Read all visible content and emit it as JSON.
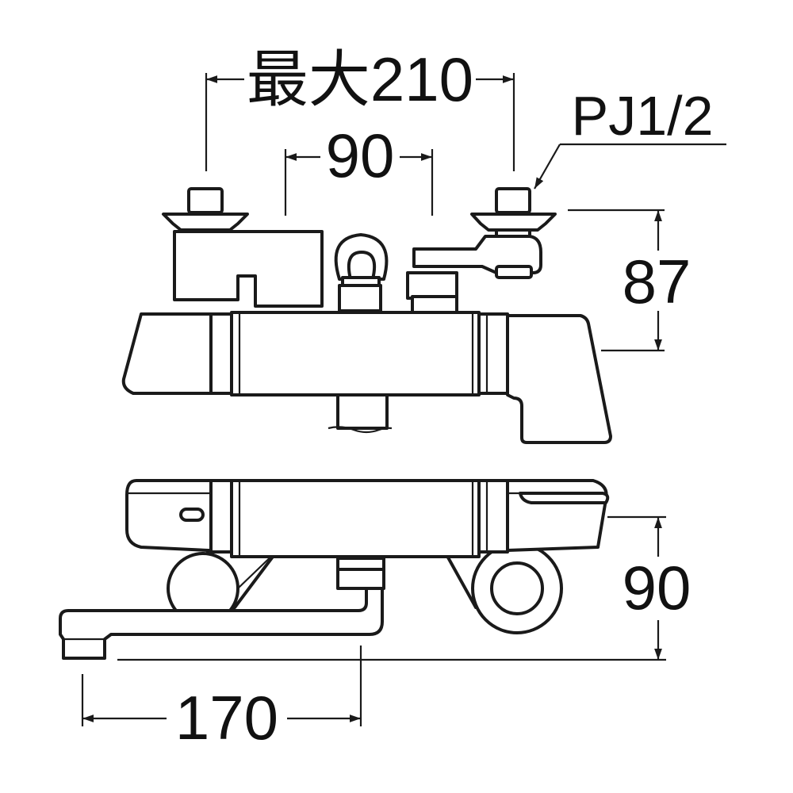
{
  "dimensions": {
    "max_pitch": "最大210",
    "center_pitch": "90",
    "thread": "PJ1/2",
    "height_top": "87",
    "depth_bottom": "90",
    "spout_length": "170"
  },
  "colors": {
    "line": "#1a1a1a",
    "background": "#ffffff"
  }
}
